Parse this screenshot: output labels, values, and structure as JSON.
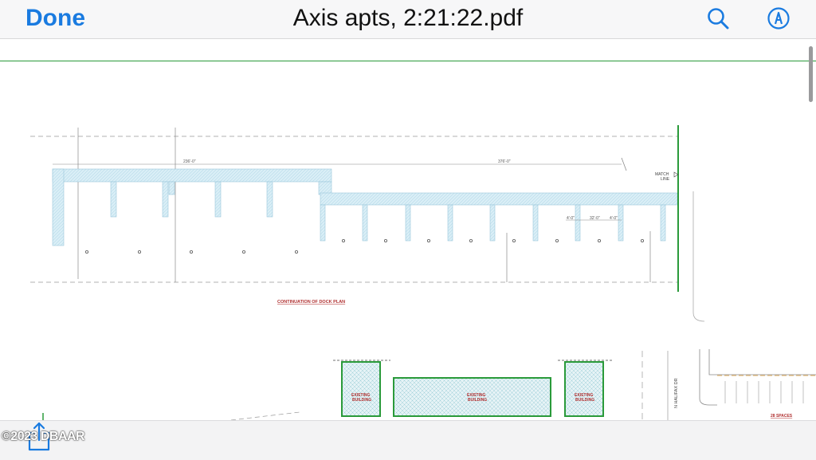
{
  "toolbar": {
    "done_label": "Done",
    "title": "Axis apts, 2:21:22.pdf",
    "search_icon": "search-icon",
    "markup_icon": "markup-pen-icon"
  },
  "document": {
    "dock_plan_caption": "CONTINUATION OF DOCK PLAN",
    "match_line_1": "MATCH",
    "match_line_2": "LINE",
    "dim_left_span": "236'-0\"",
    "dim_right_span": "376'-0\"",
    "dim_slip_a": "4'-0\"",
    "dim_slip_b": "32'-0\"",
    "dim_slip_c": "4'-0\"",
    "existing_building_left": [
      "EXISTING",
      "BUILDING"
    ],
    "existing_building_center": [
      "EXISTING",
      "BUILDING"
    ],
    "existing_building_right": [
      "EXISTING",
      "BUILDING"
    ],
    "street_label": "N HALIFAX DR",
    "parking_label": "28 SPACES"
  },
  "bottombar": {
    "share_icon": "share-icon",
    "watermark": "©2023 DBAAR"
  },
  "colors": {
    "accent": "#1a7be0",
    "plan_green": "#2a9a3a",
    "dock_fill": "#d6eef6",
    "label_red": "#b03030"
  }
}
